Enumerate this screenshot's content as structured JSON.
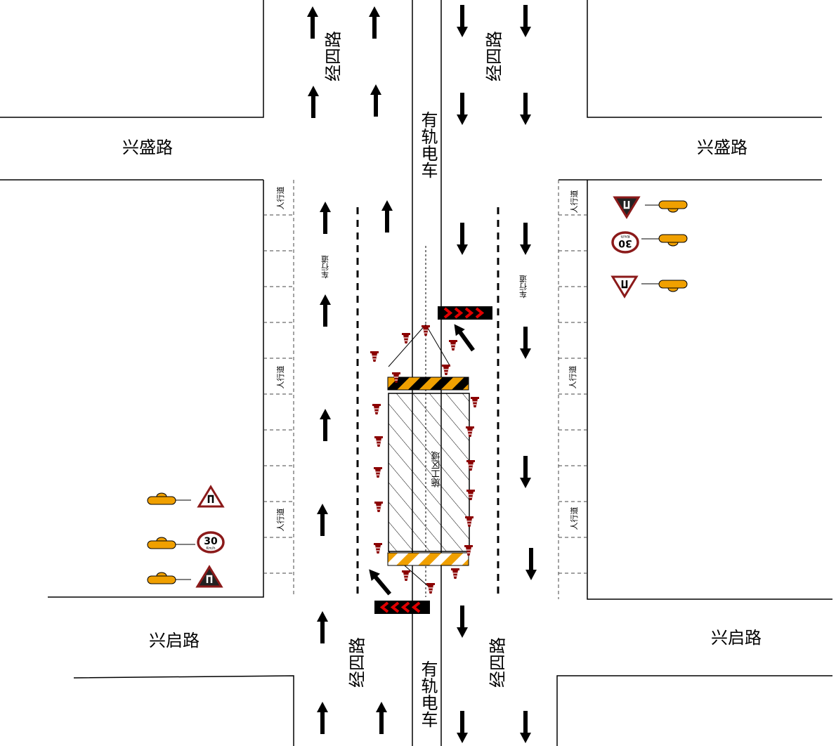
{
  "title": "施工区域交通组织图",
  "roads": {
    "main_road": "经四路",
    "tram": "有轨电车",
    "north_cross": "兴盛路",
    "south_cross": "兴启路"
  },
  "sidewalk_label": "人行道",
  "carriageway_label": "车行道",
  "work_zone_label": "施工区域",
  "signs": {
    "left": [
      "road-narrows-sign",
      "speed-limit-30-sign",
      "road-works-sign"
    ],
    "right": [
      "road-works-sign",
      "speed-limit-30-sign",
      "road-narrows-sign"
    ],
    "speed_value": "30",
    "speed_unit": "Km/h"
  },
  "colors": {
    "cone_red": "#8b0000",
    "barrier_yellow": "#f0a000",
    "chevron_red": "#e00000",
    "sign_base": "#f0a000"
  }
}
